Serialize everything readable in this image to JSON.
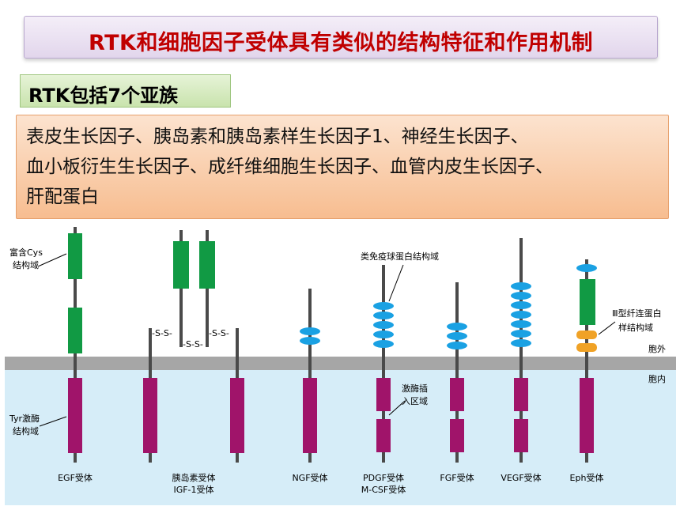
{
  "title": "RTK和细胞因子受体具有类似的结构特征和作用机制",
  "subtitle": "RTK包括7个亚族",
  "body_lines": [
    "表皮生长因子、胰岛素和胰岛素样生长因子1、神经生长因子、",
    "血小板衍生生长因子、成纤维细胞生长因子、血管内皮生长因子、",
    "肝配蛋白"
  ],
  "diagram": {
    "labels": {
      "cys_domain_1": "富含Cys",
      "cys_domain_2": "结构域",
      "tyr_kinase_1": "Tyr激酶",
      "tyr_kinase_2": "结构域",
      "ig_domain": "类免疫球蛋白结构域",
      "kinase_insert_1": "激酶插",
      "kinase_insert_2": "入区域",
      "fn3_1": "Ⅲ型纤连蛋白",
      "fn3_2": "样结构域",
      "outside": "胞外",
      "inside": "胞内",
      "disulfide": "-S-S-"
    },
    "receptors": [
      {
        "line1": "EGF受体",
        "line2": ""
      },
      {
        "line1": "胰岛素受体",
        "line2": "IGF-1受体"
      },
      {
        "line1": "NGF受体",
        "line2": ""
      },
      {
        "line1": "PDGF受体",
        "line2": "M-CSF受体"
      },
      {
        "line1": "FGF受体",
        "line2": ""
      },
      {
        "line1": "VEGF受体",
        "line2": ""
      },
      {
        "line1": "Eph受体",
        "line2": ""
      }
    ],
    "colors": {
      "cytoplasm": "#d6edf8",
      "membrane": "#a6a6a6",
      "kinase": "#a0146a",
      "cys_rich": "#119a44",
      "ig_like": "#1aa1e3",
      "fibronectin": "#f0a226",
      "stalk": "#4a4a4a"
    }
  }
}
